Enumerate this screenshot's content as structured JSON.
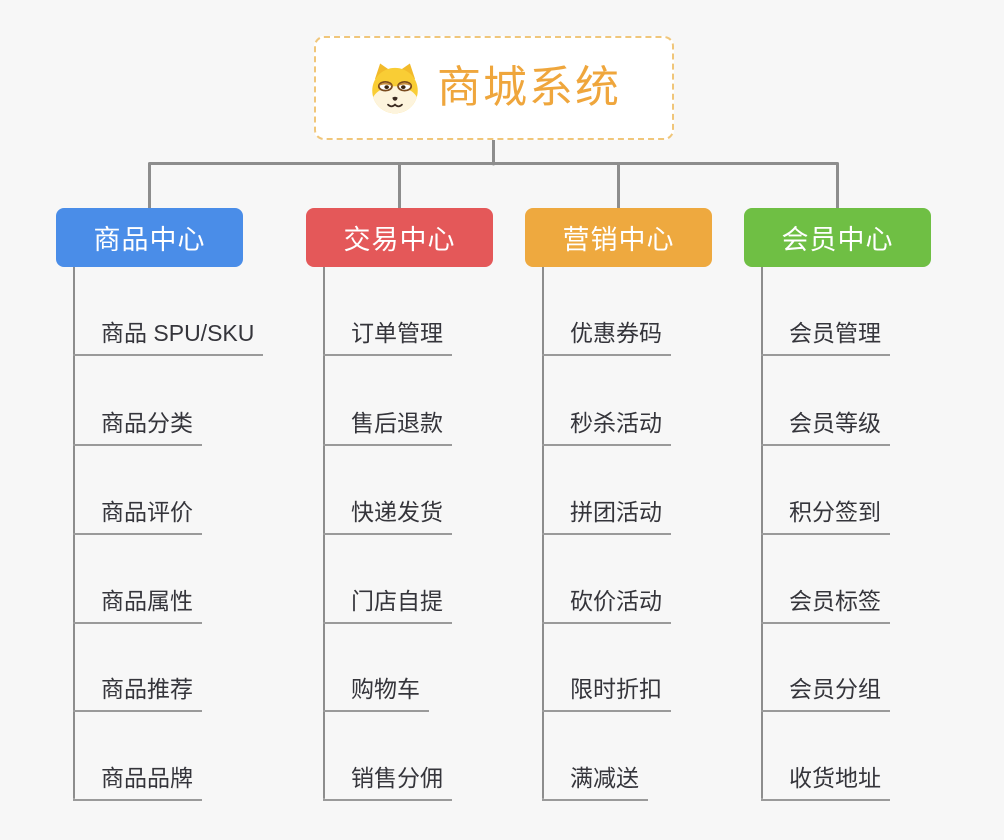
{
  "root": {
    "title": "商城系统",
    "icon": "shiba-dog-icon"
  },
  "branches": [
    {
      "title": "商品中心",
      "color": "#4a8de8",
      "items": [
        "商品 SPU/SKU",
        "商品分类",
        "商品评价",
        "商品属性",
        "商品推荐",
        "商品品牌"
      ]
    },
    {
      "title": "交易中心",
      "color": "#e45859",
      "items": [
        "订单管理",
        "售后退款",
        "快递发货",
        "门店自提",
        "购物车",
        "销售分佣"
      ]
    },
    {
      "title": "营销中心",
      "color": "#eea93f",
      "items": [
        "优惠券码",
        "秒杀活动",
        "拼团活动",
        "砍价活动",
        "限时折扣",
        "满减送"
      ]
    },
    {
      "title": "会员中心",
      "color": "#6fbf44",
      "items": [
        "会员管理",
        "会员等级",
        "积分签到",
        "会员标签",
        "会员分组",
        "收货地址"
      ]
    }
  ],
  "colors": {
    "background": "#f7f7f7",
    "root_accent": "#efa63c",
    "root_border": "#f0c67a",
    "connector_line": "#8d8d8d",
    "leaf_underline": "#9a9a9a",
    "leaf_text": "#35353b"
  }
}
